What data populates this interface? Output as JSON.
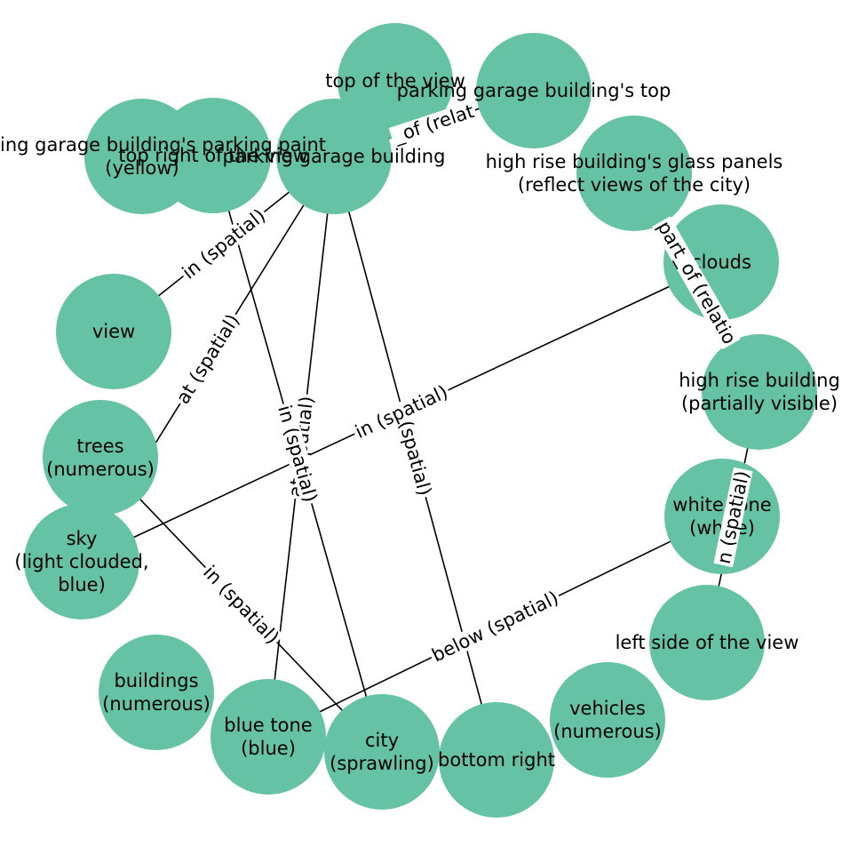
{
  "graph": {
    "node_color": "#66c2a5",
    "edge_color": "#000000",
    "background": "#ffffff",
    "nodes": [
      {
        "id": "top_of_view",
        "lines": [
          "top of the view"
        ]
      },
      {
        "id": "garage_top",
        "lines": [
          "parking garage building's top"
        ]
      },
      {
        "id": "paint",
        "lines": [
          "parking garage building's parking paint",
          "(yellow)"
        ]
      },
      {
        "id": "top_right",
        "lines": [
          "top right of the view"
        ]
      },
      {
        "id": "garage",
        "lines": [
          "parking garage building"
        ]
      },
      {
        "id": "glass",
        "lines": [
          "high rise building's glass panels",
          "(reflect views of the city)"
        ]
      },
      {
        "id": "clouds",
        "lines": [
          "clouds"
        ]
      },
      {
        "id": "view",
        "lines": [
          "view"
        ]
      },
      {
        "id": "highrise",
        "lines": [
          "high rise building",
          "(partially visible)"
        ]
      },
      {
        "id": "trees",
        "lines": [
          "trees",
          "(numerous)"
        ]
      },
      {
        "id": "white_tone",
        "lines": [
          "white tone",
          "(white)"
        ]
      },
      {
        "id": "sky",
        "lines": [
          "sky",
          "(light clouded,",
          "blue)"
        ]
      },
      {
        "id": "left_side",
        "lines": [
          "left side of the view"
        ]
      },
      {
        "id": "buildings",
        "lines": [
          "buildings",
          "(numerous)"
        ]
      },
      {
        "id": "vehicles",
        "lines": [
          "vehicles",
          "(numerous)"
        ]
      },
      {
        "id": "blue_tone",
        "lines": [
          "blue tone",
          "(blue)"
        ]
      },
      {
        "id": "city",
        "lines": [
          "city",
          "(sprawling)"
        ]
      },
      {
        "id": "bottom_right",
        "lines": [
          "bottom right"
        ]
      }
    ],
    "edges": [
      {
        "from": "garage",
        "to": "view",
        "label": "in (spatial)"
      },
      {
        "from": "garage",
        "to": "sky",
        "label": "at (spatial)"
      },
      {
        "from": "garage",
        "to": "blue_tone",
        "label": "at (spatial)"
      },
      {
        "from": "garage",
        "to": "bottom_right",
        "label": "(spatial)"
      },
      {
        "from": "garage",
        "to": "garage_top",
        "label": "_of (relat"
      },
      {
        "from": "city",
        "to": "top_right",
        "label": "in (spatial)"
      },
      {
        "from": "clouds",
        "to": "sky",
        "label": "in (spatial)"
      },
      {
        "from": "trees",
        "to": "city",
        "label": "in (spatial)"
      },
      {
        "from": "white_tone",
        "to": "blue_tone",
        "label": "below (spatial)"
      },
      {
        "from": "glass",
        "to": "highrise",
        "label": "part_of (relatio"
      },
      {
        "from": "highrise",
        "to": "left_side",
        "label": "n (spatial)"
      }
    ]
  }
}
